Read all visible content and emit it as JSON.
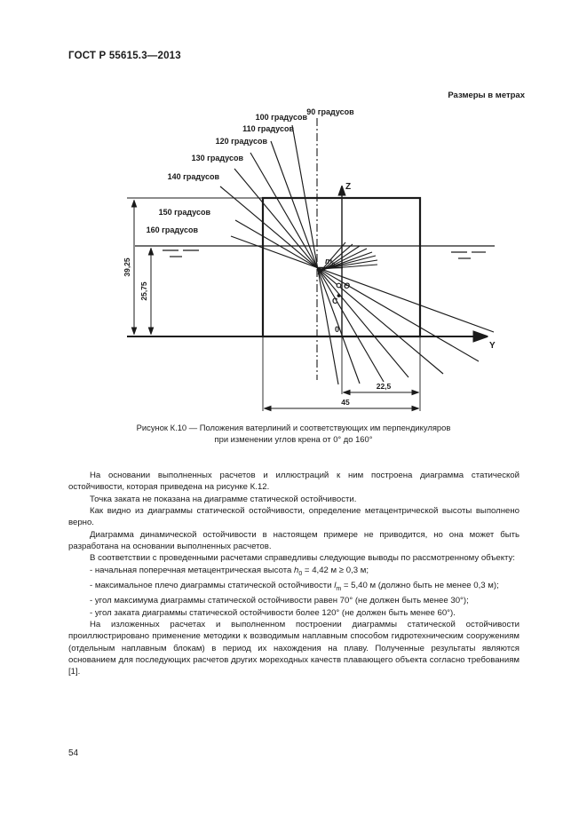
{
  "header": {
    "title": "ГОСТ Р 55615.3—2013"
  },
  "figure": {
    "units_note": "Размеры в метрах",
    "angle_labels": [
      "90 градусов",
      "100 градусов",
      "110 градусов",
      "120 градусов",
      "130 градусов",
      "140 градусов",
      "150 градусов",
      "160 градусов"
    ],
    "axis_z_label": "Z",
    "axis_y_label": "Y",
    "metacenter_label": "m",
    "metacenter_sub": "0",
    "theta_label": "Θ",
    "center_buoyancy_label": "C",
    "origin_label": "0",
    "dim_height_total": "39,25",
    "dim_draft": "25,75",
    "dim_half_width": "22,5",
    "dim_width": "45",
    "caption_line1": "Рисунок К.10 — Положения ватерлиний и соответствующих им перпендикуляров",
    "caption_line2": "при изменении углов крена от 0° до 160°"
  },
  "main": {
    "para1": "На основании выполненных расчетов и иллюстраций к ним построена диаграмма статической остойчивости, которая приведена на рисунке К.12.",
    "para2": "Точка заката не показана на диаграмме статической остойчивости.",
    "para3": "Как видно из диаграммы статической остойчивости, определение метацентрической высоты выполнено верно.",
    "para4": "Диаграмма динамической остойчивости в настоящем примере не приводится, но она может быть разработана на основании выполненных расчетов.",
    "para5": "В соответствии с проведенными расчетами справедливы следующие выводы по рассмотренному объекту:",
    "conclusions": [
      {
        "pre": "- начальная поперечная метацентрическая высота ",
        "var": "h",
        "sub": "0",
        "post": " = 4,42 м ≥ 0,3 м;"
      },
      {
        "pre": "- максимальное плечо диаграммы статической остойчивости ",
        "var": "l",
        "sub": "m",
        "post": " = 5,40 м (должно быть не менее 0,3 м);"
      },
      {
        "pre": "- угол максимума диаграммы статической остойчивости равен 70° (не должен быть менее 30°);"
      },
      {
        "pre": "- угол заката диаграммы статической остойчивости более 120° (не должен быть менее 60°)."
      }
    ],
    "para6": "На изложенных расчетах и выполненном построении диаграммы статической остойчивости проиллюстрировано применение методики к возводимым наплавным способом гидротехническим сооружениям (отдельным наплавным блокам) в период их нахождения на плаву. Полученные результаты являются основанием для последующих расчетов других мореходных качеств плавающего объекта согласно требованиям [1]."
  },
  "footer": {
    "page_number": "54"
  }
}
